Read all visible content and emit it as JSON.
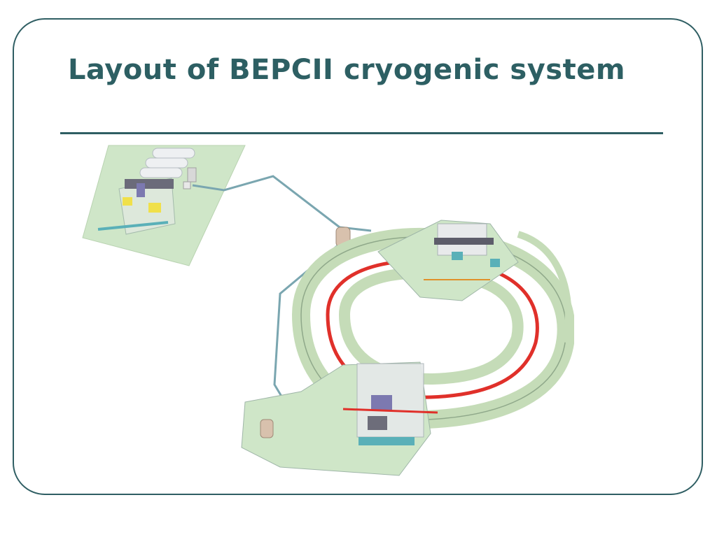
{
  "slide": {
    "title": "Layout of BEPCII cryogenic system",
    "colors": {
      "frame": "#2f5e63",
      "title": "#2d5f63",
      "floor": "#cfe6c8",
      "ring_wall": "#c5dcb8",
      "beam_line": "#e0302a",
      "transfer_line": "#7aa6b0"
    }
  },
  "diagram": {
    "description_icons": [
      "compressor-hall",
      "transfer-line",
      "storage-ring",
      "north-ir-hall",
      "south-ir-hall",
      "dewar"
    ]
  }
}
